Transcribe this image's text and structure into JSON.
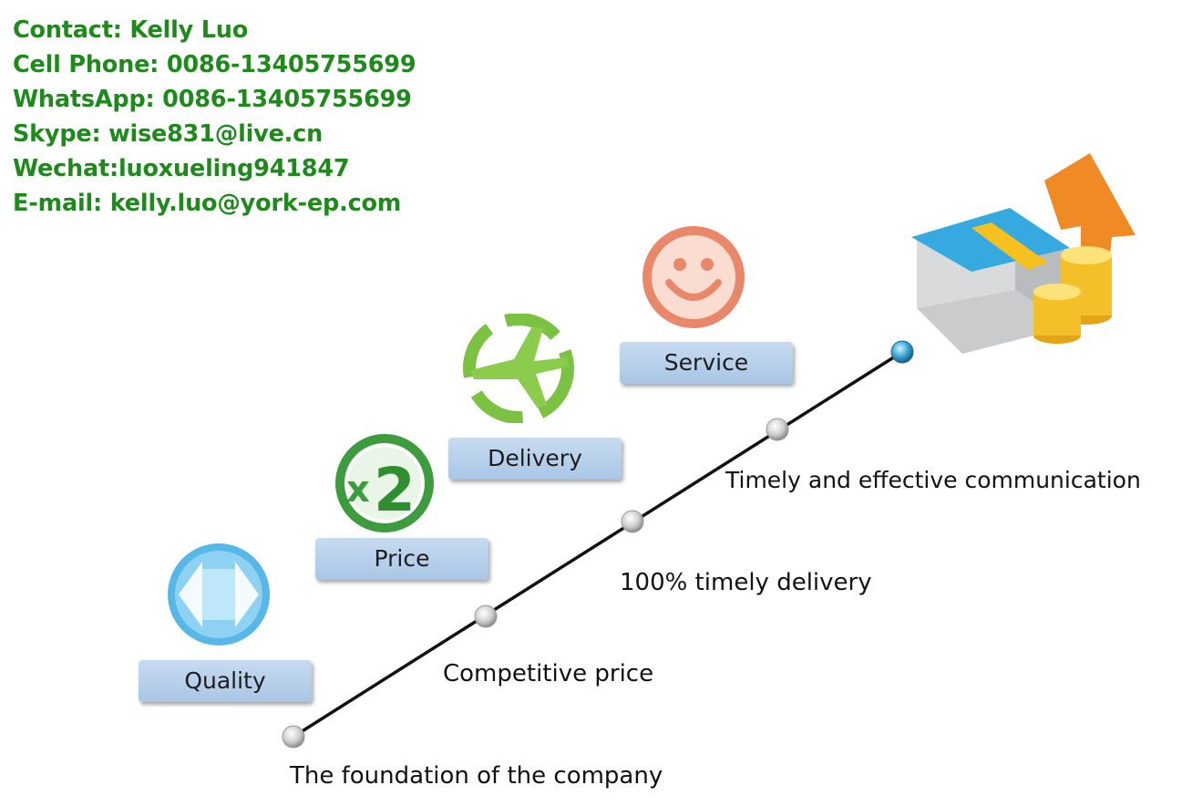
{
  "contact": {
    "color": "#1f8a1c",
    "lines": [
      "Contact: Kelly Luo",
      "Cell Phone: 0086-13405755699",
      "WhatsApp: 0086-13405755699",
      "Skype: wise831@live.cn",
      "Wechat:luoxueling941847",
      "E-mail: kelly.luo@york-ep.com"
    ]
  },
  "stages": [
    {
      "label": "Quality",
      "icon": "arrows-circle-icon",
      "color": "#57b8e8"
    },
    {
      "label": "Price",
      "icon": "x2-circle-icon",
      "color": "#3d9c3d"
    },
    {
      "label": "Delivery",
      "icon": "airplane-icon",
      "color": "#7cc242"
    },
    {
      "label": "Service",
      "icon": "smiley-icon",
      "color": "#e8876a"
    }
  ],
  "milestones": [
    "The foundation of the company",
    "Competitive price",
    "100% timely delivery",
    "Timely and effective communication"
  ],
  "goal_icon": "money-stack-icon"
}
